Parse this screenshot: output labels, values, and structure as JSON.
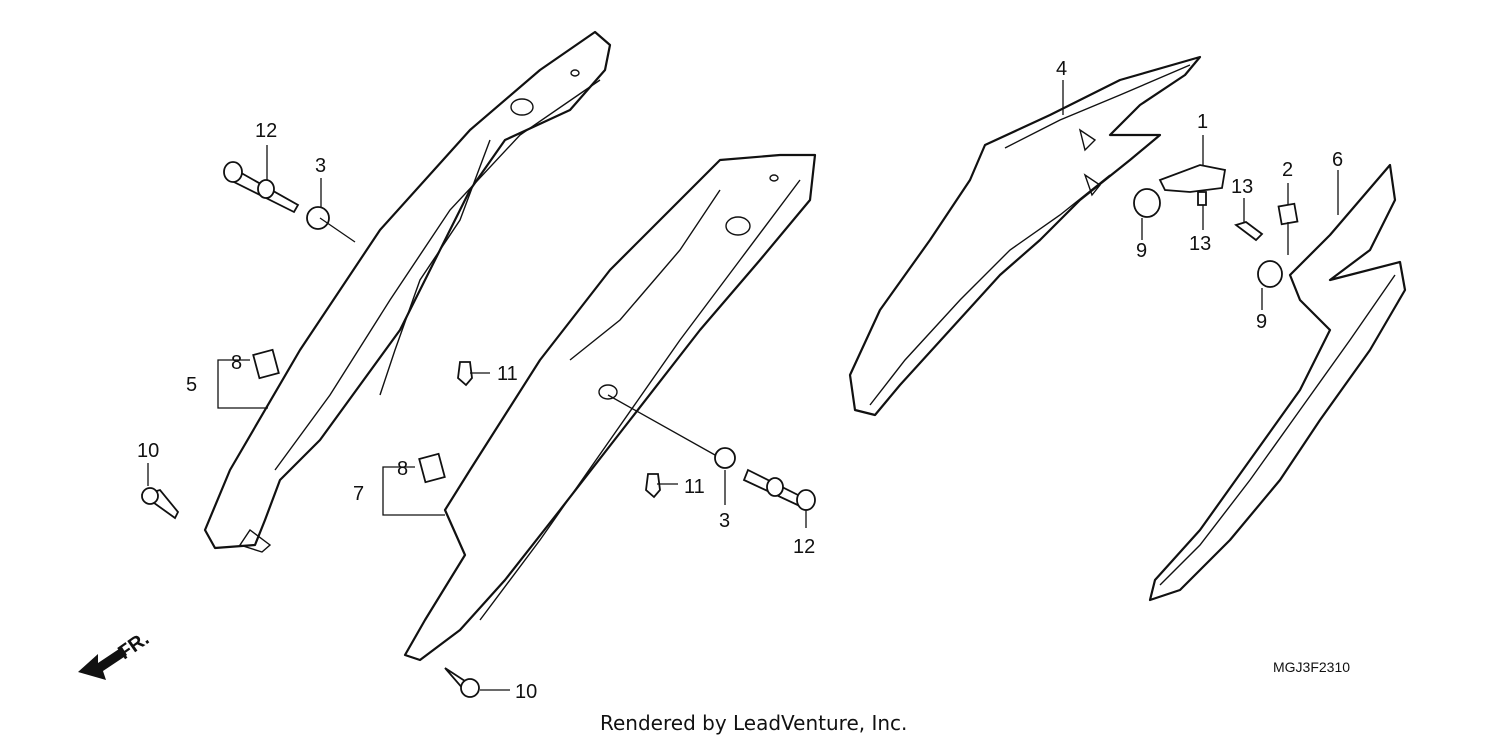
{
  "callouts": {
    "c1": "1",
    "c2": "2",
    "c3a": "3",
    "c3b": "3",
    "c4": "4",
    "c5": "5",
    "c6": "6",
    "c7": "7",
    "c8a": "8",
    "c8b": "8",
    "c9a": "9",
    "c9b": "9",
    "c10a": "10",
    "c10b": "10",
    "c11a": "11",
    "c11b": "11",
    "c12a": "12",
    "c12b": "12",
    "c13a": "13",
    "c13b": "13"
  },
  "front_indicator": "FR.",
  "diagram_code": "MGJ3F2310",
  "credit": "Rendered by LeadVenture, Inc."
}
